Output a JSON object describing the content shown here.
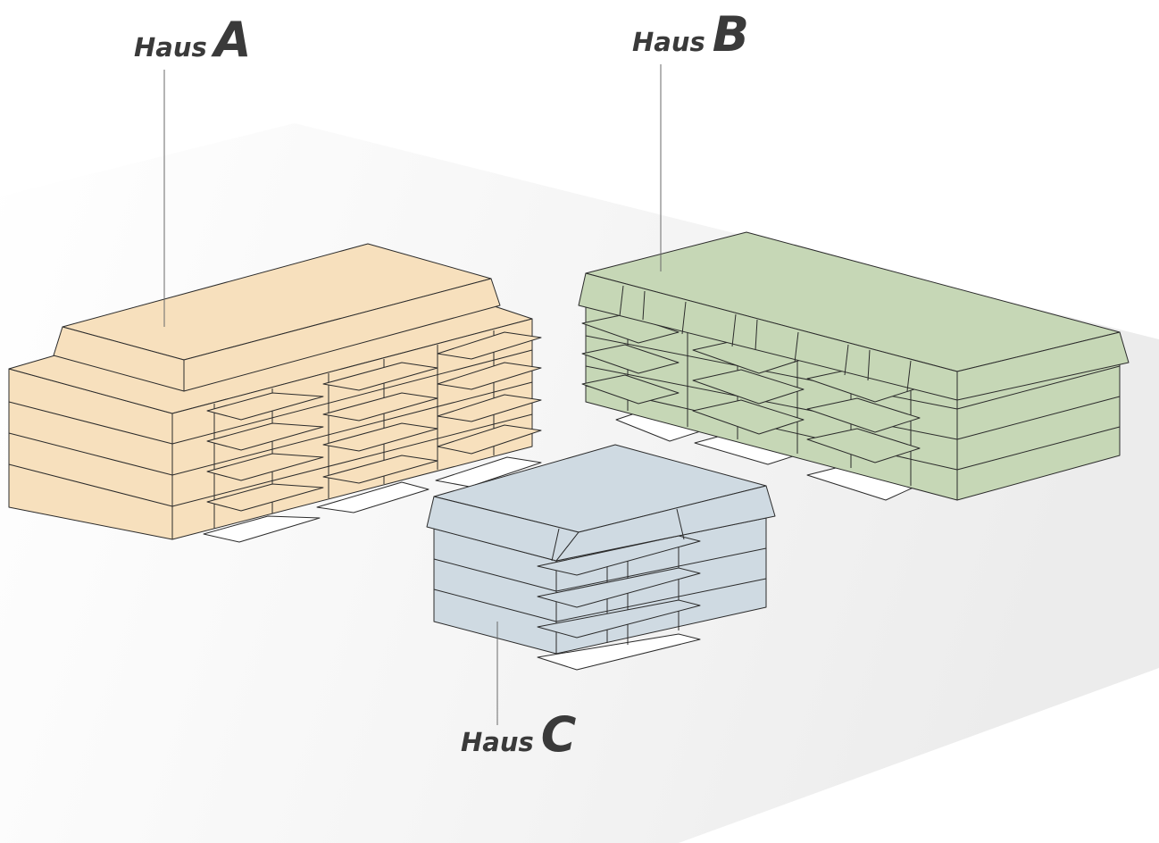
{
  "labels": {
    "house_a": {
      "word": "Haus",
      "letter": "A"
    },
    "house_b": {
      "word": "Haus",
      "letter": "B"
    },
    "house_c": {
      "word": "Haus",
      "letter": "C"
    }
  },
  "colors": {
    "house_a": "#f7e0bd",
    "house_b": "#c6d7b6",
    "house_c": "#cfdae2",
    "outline": "#2b2b2b",
    "label_text": "#3a3a3a",
    "ground": "#efefef"
  }
}
